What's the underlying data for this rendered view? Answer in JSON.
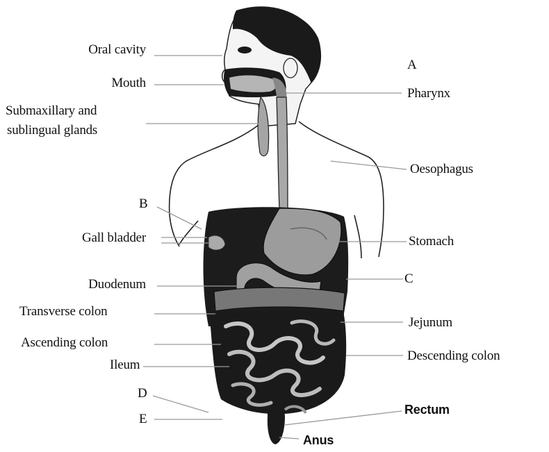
{
  "diagram": {
    "labels_left": {
      "oral_cavity": "Oral cavity",
      "mouth": "Mouth",
      "submaxillary_line1": "Submaxillary and",
      "submaxillary_line2": "sublingual glands",
      "b": "B",
      "gall_bladder": "Gall bladder",
      "duodenum": "Duodenum",
      "transverse_colon": "Transverse colon",
      "ascending_colon": "Ascending colon",
      "ileum": "Ileum",
      "d": "D",
      "e": "E"
    },
    "labels_right": {
      "a": "A",
      "pharynx": "Pharynx",
      "oesophagus": "Oesophagus",
      "stomach": "Stomach",
      "c": "C",
      "jejunum": "Jejunum",
      "descending_colon": "Descending colon",
      "rectum": "Rectum",
      "anus": "Anus"
    },
    "colors": {
      "ink": "#111111",
      "dark_fill": "#1a1a1a",
      "organ_grey": "#9a9a9a",
      "light_grey": "#c8c8c8",
      "background": "#ffffff"
    }
  }
}
